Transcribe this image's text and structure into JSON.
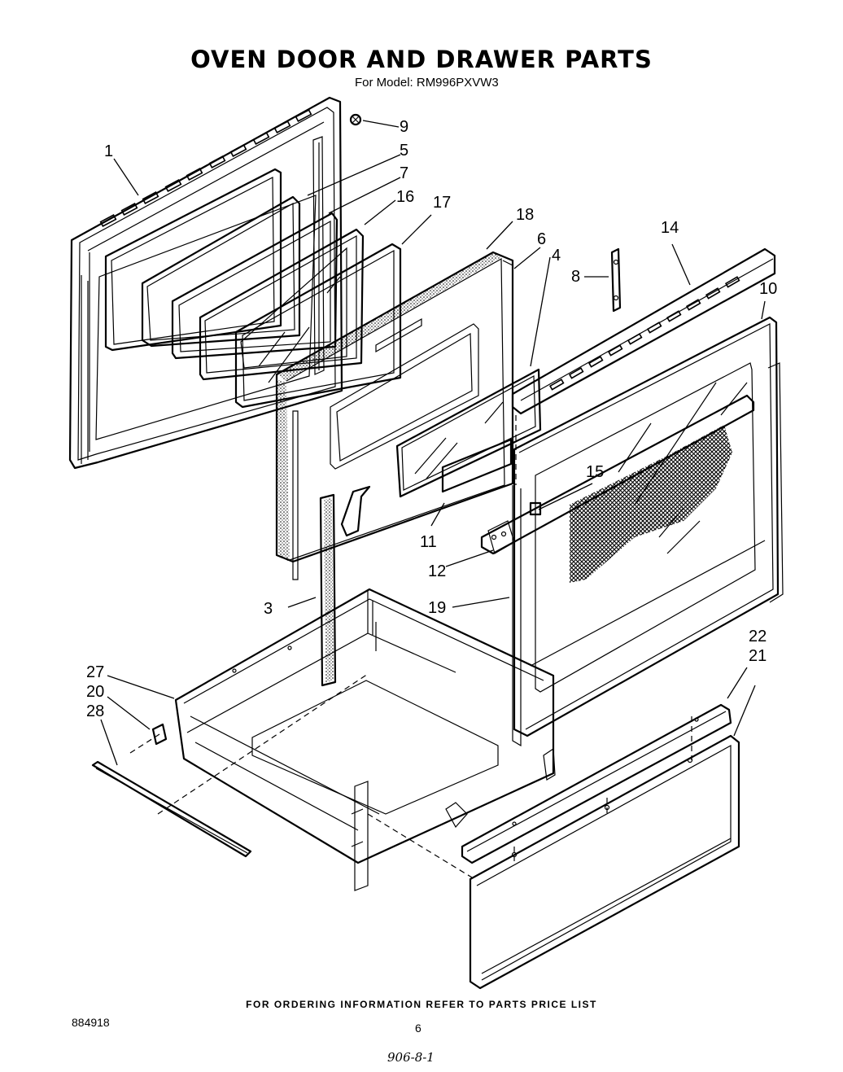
{
  "title": "OVEN DOOR AND DRAWER PARTS",
  "subtitle": "For Model: RM996PXVW3",
  "footer_note": "FOR ORDERING INFORMATION REFER TO PARTS PRICE LIST",
  "doc_number": "884918",
  "page_number": "6",
  "handwritten_note": "906-8-1",
  "callouts": {
    "c1": "1",
    "c3": "3",
    "c4": "4",
    "c5": "5",
    "c6": "6",
    "c7": "7",
    "c8": "8",
    "c9": "9",
    "c10": "10",
    "c11": "11",
    "c12": "12",
    "c14": "14",
    "c15": "15",
    "c16": "16",
    "c17": "17",
    "c18": "18",
    "c19": "19",
    "c20": "20",
    "c21": "21",
    "c22": "22",
    "c27": "27",
    "c28": "28"
  }
}
